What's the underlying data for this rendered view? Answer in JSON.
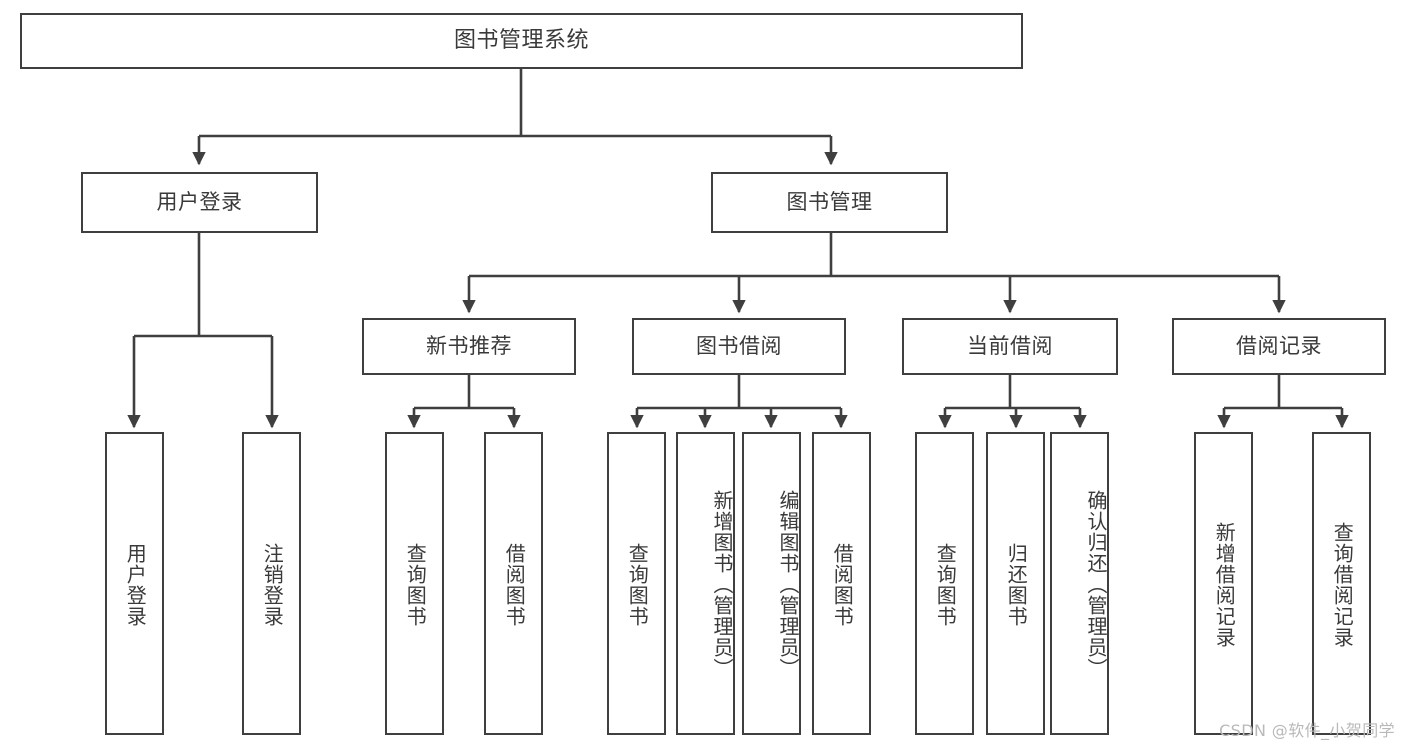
{
  "diagram": {
    "title": "图书管理系统",
    "type": "functional-structure-tree",
    "root": {
      "label": "图书管理系统"
    },
    "level2": [
      {
        "id": "user-login",
        "label": "用户登录"
      },
      {
        "id": "book-manage",
        "label": "图书管理"
      }
    ],
    "level3": [
      {
        "id": "new-book-recommend",
        "label": "新书推荐",
        "parent": "book-manage"
      },
      {
        "id": "book-borrow",
        "label": "图书借阅",
        "parent": "book-manage"
      },
      {
        "id": "current-borrow",
        "label": "当前借阅",
        "parent": "book-manage"
      },
      {
        "id": "borrow-record",
        "label": "借阅记录",
        "parent": "book-manage"
      }
    ],
    "leaves": {
      "user-login": [
        {
          "id": "leaf-user-login",
          "label": "用户登录"
        },
        {
          "id": "leaf-user-logout",
          "label": "注销登录"
        }
      ],
      "new-book-recommend": [
        {
          "id": "leaf-query-book-1",
          "label": "查询图书"
        },
        {
          "id": "leaf-borrow-book-1",
          "label": "借阅图书"
        }
      ],
      "book-borrow": [
        {
          "id": "leaf-query-book-2",
          "label": "查询图书"
        },
        {
          "id": "leaf-add-book",
          "label": "新增图书（管理员）"
        },
        {
          "id": "leaf-edit-book",
          "label": "编辑图书（管理员）"
        },
        {
          "id": "leaf-borrow-book-2",
          "label": "借阅图书"
        }
      ],
      "current-borrow": [
        {
          "id": "leaf-query-book-3",
          "label": "查询图书"
        },
        {
          "id": "leaf-return-book",
          "label": "归还图书"
        },
        {
          "id": "leaf-confirm-return",
          "label": "确认归还（管理员）"
        }
      ],
      "borrow-record": [
        {
          "id": "leaf-add-record",
          "label": "新增借阅记录"
        },
        {
          "id": "leaf-query-record",
          "label": "查询借阅记录"
        }
      ]
    },
    "watermark": "CSDN @软件_小贺同学",
    "colors": {
      "stroke": "#3f3f3f",
      "background": "#ffffff",
      "text": "#3a3a3a",
      "watermark": "#b9b9b9"
    }
  }
}
